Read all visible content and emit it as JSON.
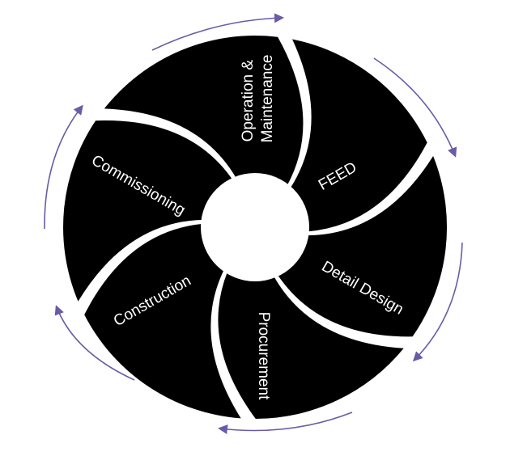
{
  "diagram": {
    "type": "cycle",
    "segments": [
      {
        "id": "operation",
        "label_lines": [
          "Operation &",
          "Maintenance"
        ]
      },
      {
        "id": "feed",
        "label_lines": [
          "FEED"
        ]
      },
      {
        "id": "detail",
        "label_lines": [
          "Detail Design"
        ]
      },
      {
        "id": "procurement",
        "label_lines": [
          "Procurement"
        ]
      },
      {
        "id": "construction",
        "label_lines": [
          "Construction"
        ]
      },
      {
        "id": "commissioning",
        "label_lines": [
          "Commissioning"
        ]
      }
    ],
    "arrow_color": "#6a5aa8",
    "segment_color": "#000000",
    "hub_color": "#ffffff"
  }
}
